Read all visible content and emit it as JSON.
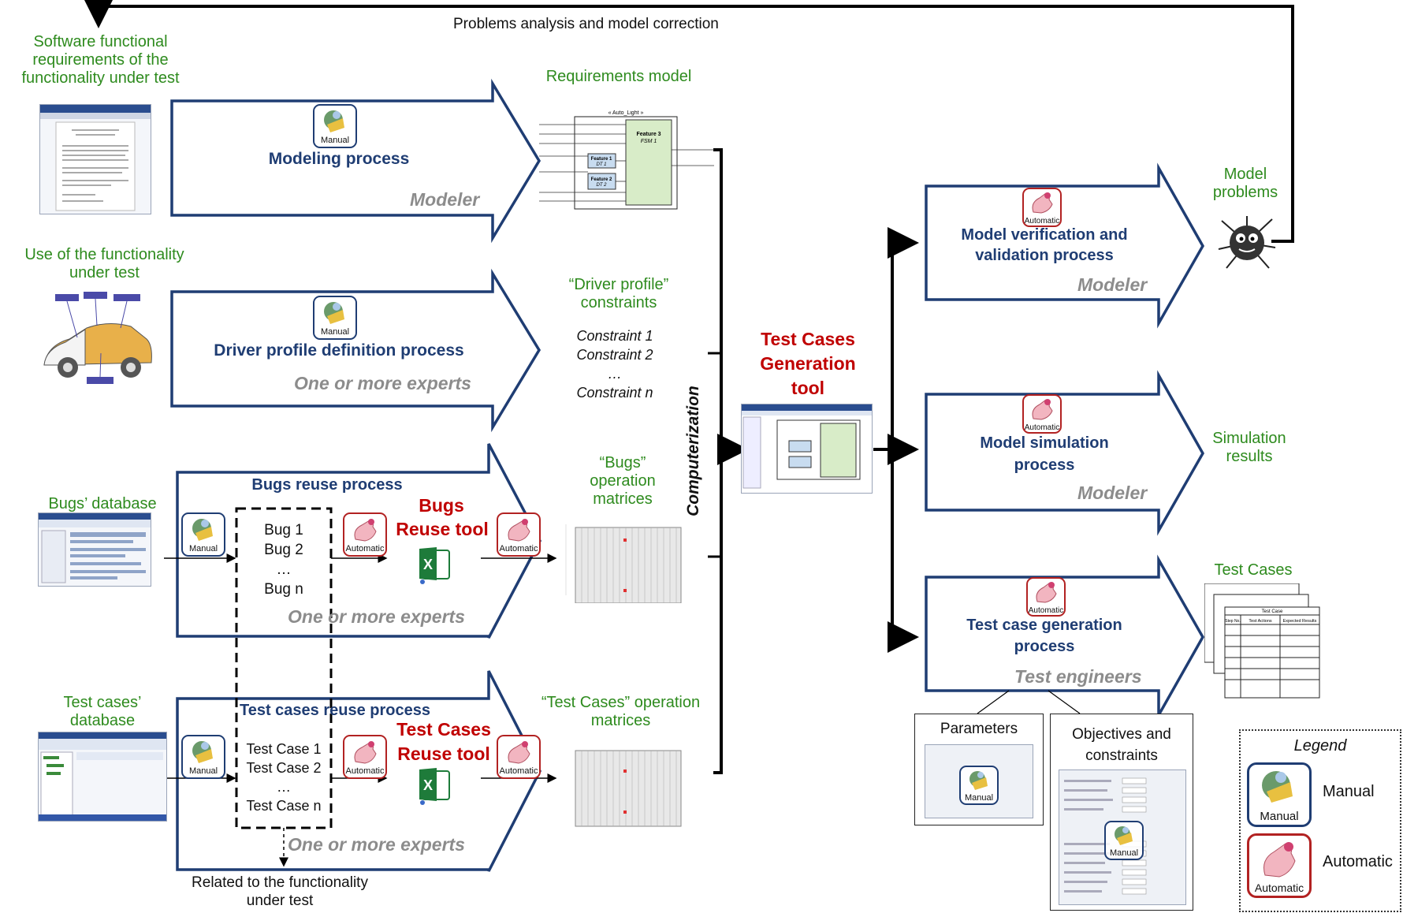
{
  "feedback_label": "Problems analysis and model correction",
  "inputs": {
    "requirements": "Software functional requirements of the functionality under test",
    "use": "Use of the functionality under test",
    "bugs_db": "Bugs’ database",
    "tc_db": "Test cases’ database"
  },
  "processes": {
    "modeling": {
      "title": "Modeling process",
      "actor": "Modeler",
      "mode": "Manual"
    },
    "driver": {
      "title": "Driver profile definition process",
      "actor": "One or more experts",
      "mode": "Manual"
    },
    "bugs": {
      "title": "Bugs reuse process",
      "actor": "One or more experts",
      "mode": "Manual",
      "tool_line1": "Bugs",
      "tool_line2": "Reuse tool",
      "tool_mode": "Automatic"
    },
    "tc_reuse": {
      "title": "Test cases reuse process",
      "actor": "One or more experts",
      "mode": "Manual",
      "tool_line1": "Test Cases",
      "tool_line2": "Reuse tool",
      "tool_mode": "Automatic"
    },
    "verification": {
      "title_line1": "Model verification and",
      "title_line2": "validation process",
      "actor": "Modeler",
      "mode": "Automatic"
    },
    "simulation": {
      "title_line1": "Model simulation",
      "title_line2": "process",
      "actor": "Modeler",
      "mode": "Automatic"
    },
    "generation": {
      "title_line1": "Test case generation",
      "title_line2": "process",
      "actor": "Test engineers",
      "mode": "Automatic"
    }
  },
  "bug_list": [
    "Bug 1",
    "Bug 2",
    "…",
    "Bug n"
  ],
  "tc_list": [
    "Test Case 1",
    "Test Case 2",
    "…",
    "Test Case n"
  ],
  "related_note": "Related to the functionality under test",
  "outputs": {
    "req_model": "Requirements model",
    "driver_constraints": "“Driver profile” constraints",
    "constraints": [
      "Constraint 1",
      "Constraint 2",
      "…",
      "Constraint n"
    ],
    "bugs_matrices": "“Bugs” operation matrices",
    "tc_matrices": "“Test Cases” operation matrices",
    "model_problems": "Model problems",
    "sim_results": "Simulation results",
    "test_cases": "Test Cases"
  },
  "computerization": "Computerization",
  "generation_tool": {
    "line1": "Test Cases",
    "line2": "Generation",
    "line3": "tool"
  },
  "parameters": {
    "title": "Parameters",
    "mode": "Manual"
  },
  "objectives": {
    "title_line1": "Objectives and",
    "title_line2": "constraints",
    "mode": "Manual"
  },
  "legend": {
    "title": "Legend",
    "manual": "Manual",
    "automatic": "Automatic"
  },
  "model_thumb": {
    "title": "« Auto_Light »",
    "feature1": "Feature 1",
    "feature2": "Feature 2",
    "feature3": "Feature 3",
    "fsm": "FSM 1",
    "dt1": "DT 1",
    "dt2": "DT 2"
  },
  "tc_table": {
    "header": "Test Case",
    "col1": "Test Actions",
    "col2": "Expected Results",
    "col0": "Step No."
  },
  "colors": {
    "arrow_border": "#1f3d73",
    "manual_badge": "#1f3d73",
    "automatic_badge": "#b22222",
    "green_text": "#2e8b1e",
    "tool_red": "#c00000"
  }
}
